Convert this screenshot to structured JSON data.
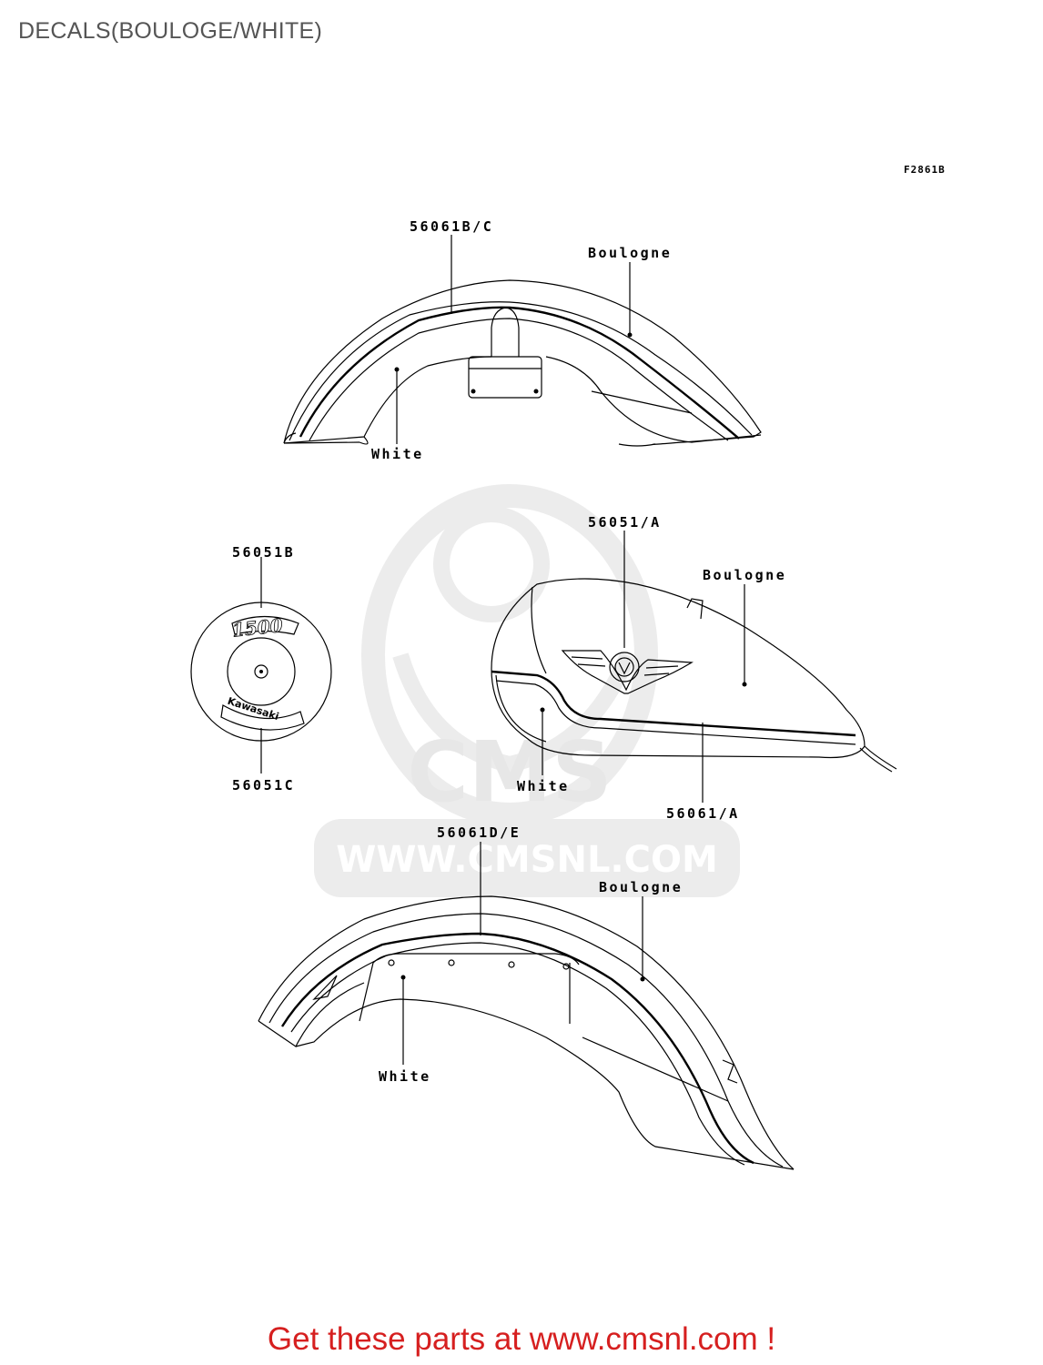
{
  "page": {
    "title": "DECALS(BOULOGE/WHITE)"
  },
  "figure_code": "F2861B",
  "watermark": {
    "letters": "CMS",
    "url": "WWW.CMSNL.COM"
  },
  "parts": {
    "front_fender": {
      "part_label": "56061B/C",
      "color_top": "Boulogne",
      "color_bottom": "White"
    },
    "side_cover": {
      "part_top": "56051B",
      "part_bottom": "56051C",
      "emblem_number": "1500",
      "emblem_brand": "Kawasaki"
    },
    "fuel_tank": {
      "part_emblem": "56051/A",
      "part_stripe": "56061/A",
      "color_top": "Boulogne",
      "color_bottom": "White"
    },
    "rear_fender": {
      "part_label": "56061D/E",
      "color_top": "Boulogne",
      "color_bottom": "White"
    }
  },
  "footer": {
    "promo": "Get these parts at www.cmsnl.com !"
  },
  "colors": {
    "promo": "#d61f1f",
    "title": "#555555",
    "watermark": "#e7e7e7"
  }
}
